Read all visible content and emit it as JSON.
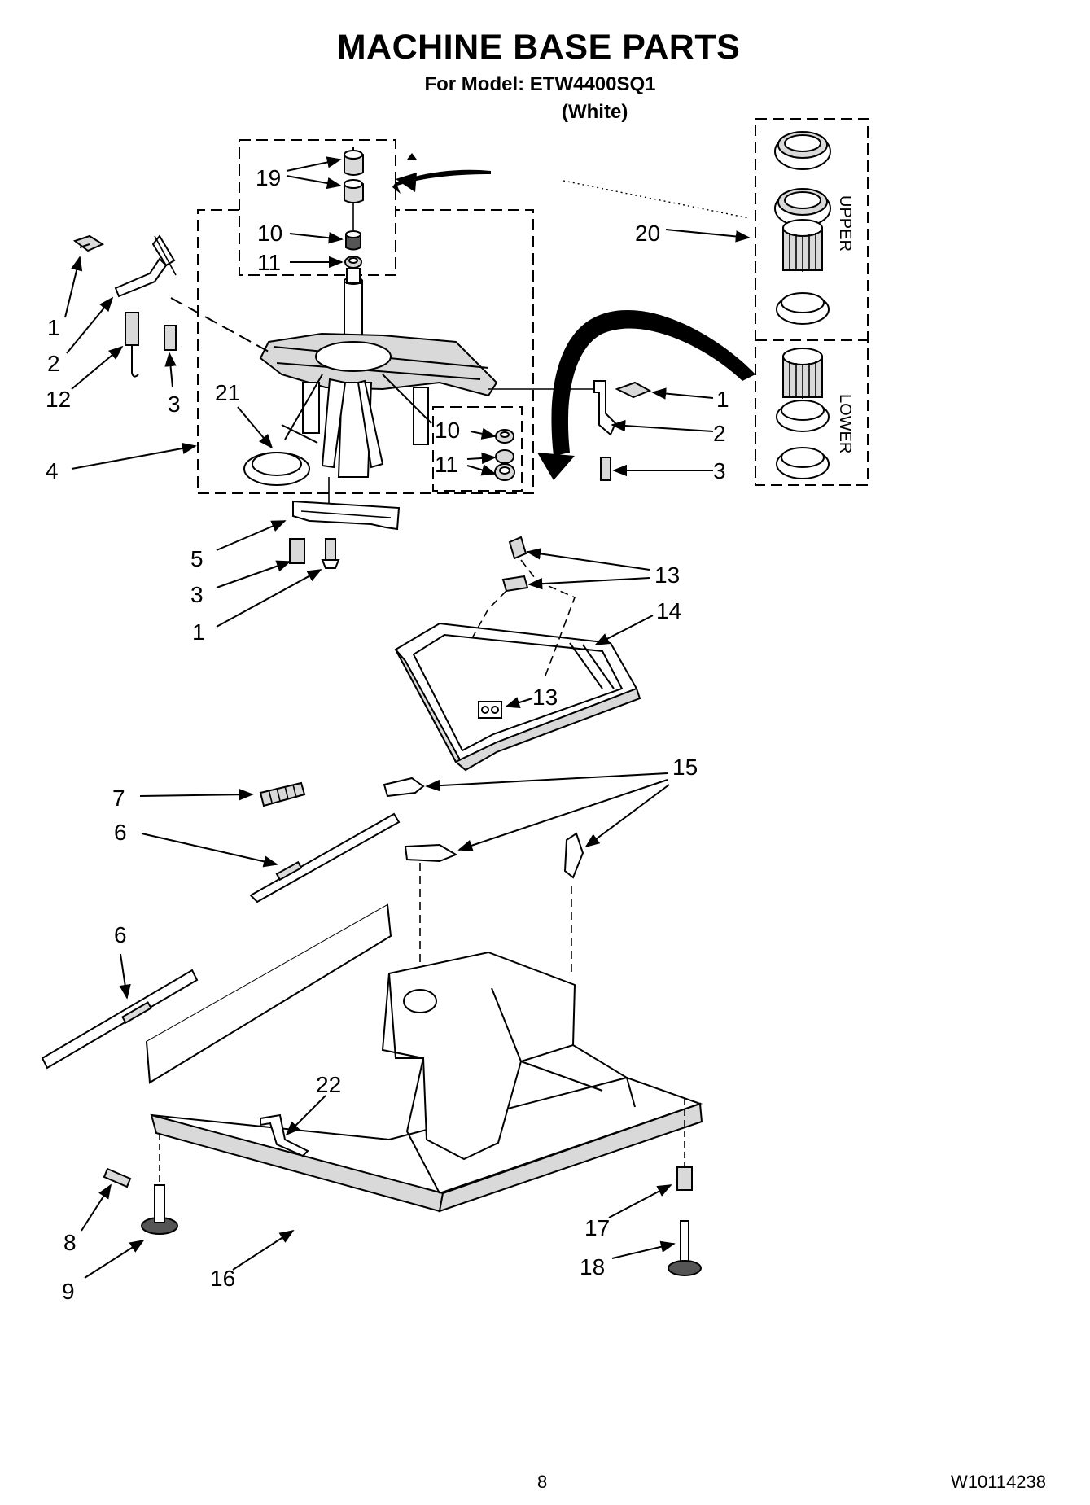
{
  "page": {
    "title": "MACHINE BASE PARTS",
    "model_line": "For Model: ETW4400SQ1",
    "color_line": "(White)",
    "page_number": "8",
    "document_number": "W10114238"
  },
  "kit_box": {
    "upper_label": "UPPER",
    "lower_label": "LOWER"
  },
  "callouts": [
    {
      "id": "c19",
      "text": "19"
    },
    {
      "id": "c10a",
      "text": "10"
    },
    {
      "id": "c11a",
      "text": "11"
    },
    {
      "id": "c20",
      "text": "20"
    },
    {
      "id": "c1a",
      "text": "1"
    },
    {
      "id": "c2a",
      "text": "2"
    },
    {
      "id": "c12",
      "text": "12"
    },
    {
      "id": "c3a",
      "text": "3"
    },
    {
      "id": "c21",
      "text": "21"
    },
    {
      "id": "c4",
      "text": "4"
    },
    {
      "id": "c10b",
      "text": "10"
    },
    {
      "id": "c11b",
      "text": "11"
    },
    {
      "id": "c1b",
      "text": "1"
    },
    {
      "id": "c2b",
      "text": "2"
    },
    {
      "id": "c3b",
      "text": "3"
    },
    {
      "id": "c5",
      "text": "5"
    },
    {
      "id": "c3c",
      "text": "3"
    },
    {
      "id": "c1c",
      "text": "1"
    },
    {
      "id": "c13a",
      "text": "13"
    },
    {
      "id": "c14",
      "text": "14"
    },
    {
      "id": "c13b",
      "text": "13"
    },
    {
      "id": "c15",
      "text": "15"
    },
    {
      "id": "c7",
      "text": "7"
    },
    {
      "id": "c6a",
      "text": "6"
    },
    {
      "id": "c6b",
      "text": "6"
    },
    {
      "id": "c22",
      "text": "22"
    },
    {
      "id": "c17",
      "text": "17"
    },
    {
      "id": "c8",
      "text": "8"
    },
    {
      "id": "c18",
      "text": "18"
    },
    {
      "id": "c9",
      "text": "9"
    },
    {
      "id": "c16",
      "text": "16"
    }
  ]
}
